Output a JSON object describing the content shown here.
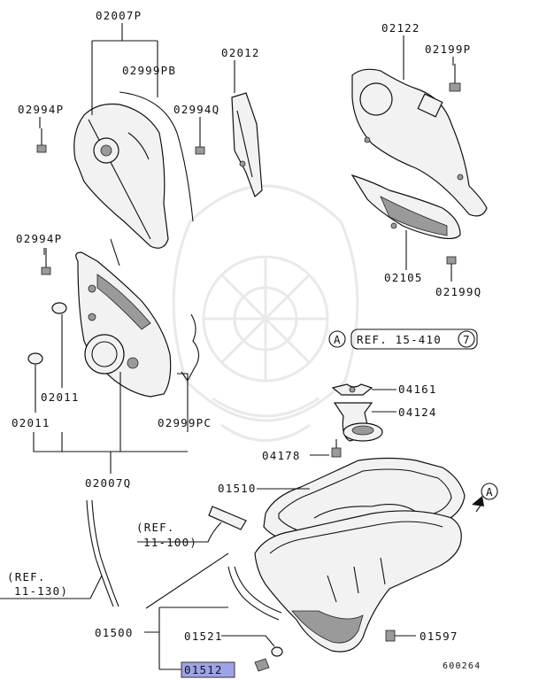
{
  "labels": {
    "l02007P": "02007P",
    "l02999PB": "02999PB",
    "l02994P_a": "02994P",
    "l02994Q": "02994Q",
    "l02012": "02012",
    "l02122": "02122",
    "l02199P": "02199P",
    "l02994P_b": "02994P",
    "l02105": "02105",
    "l02199Q": "02199Q",
    "l02011_a": "02011",
    "l02011_b": "02011",
    "l02999PC": "02999PC",
    "l02007Q": "02007Q",
    "l04161": "04161",
    "l04124": "04124",
    "l04178": "04178",
    "l01510": "01510",
    "l01500": "01500",
    "l01521": "01521",
    "l01597": "01597",
    "l01512": "01512",
    "ref_a_1": "(REF.",
    "ref_a_2": "11-100)",
    "ref_b_1": "(REF.",
    "ref_b_2": "11-130)",
    "ref_15": "REF. 15-410",
    "circle_a": "A",
    "circle_a2": "A",
    "circle_7": "7",
    "footer_code": "600264"
  },
  "highlighted_part": "01512",
  "colors": {
    "highlight": "#9ea3e8",
    "line": "#111111"
  }
}
